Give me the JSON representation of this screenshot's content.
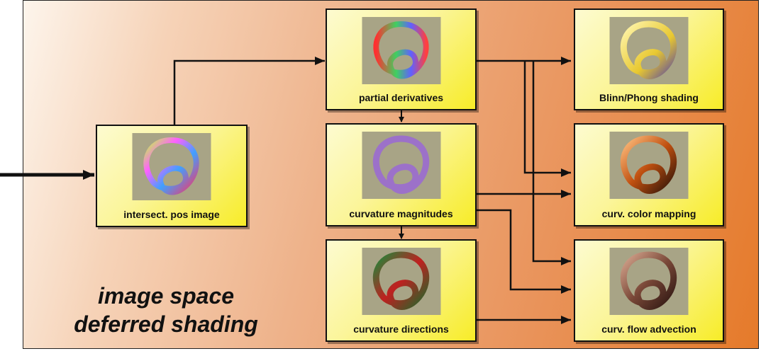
{
  "nodes": {
    "intersect": "intersect. pos image",
    "partial": "partial derivatives",
    "magnitudes": "curvature magnitudes",
    "directions": "curvature directions",
    "blinn": "Blinn/Phong shading",
    "color_mapping": "curv. color mapping",
    "flow": "curv. flow advection"
  },
  "title": {
    "line1": "image space",
    "line2": "deferred shading"
  }
}
